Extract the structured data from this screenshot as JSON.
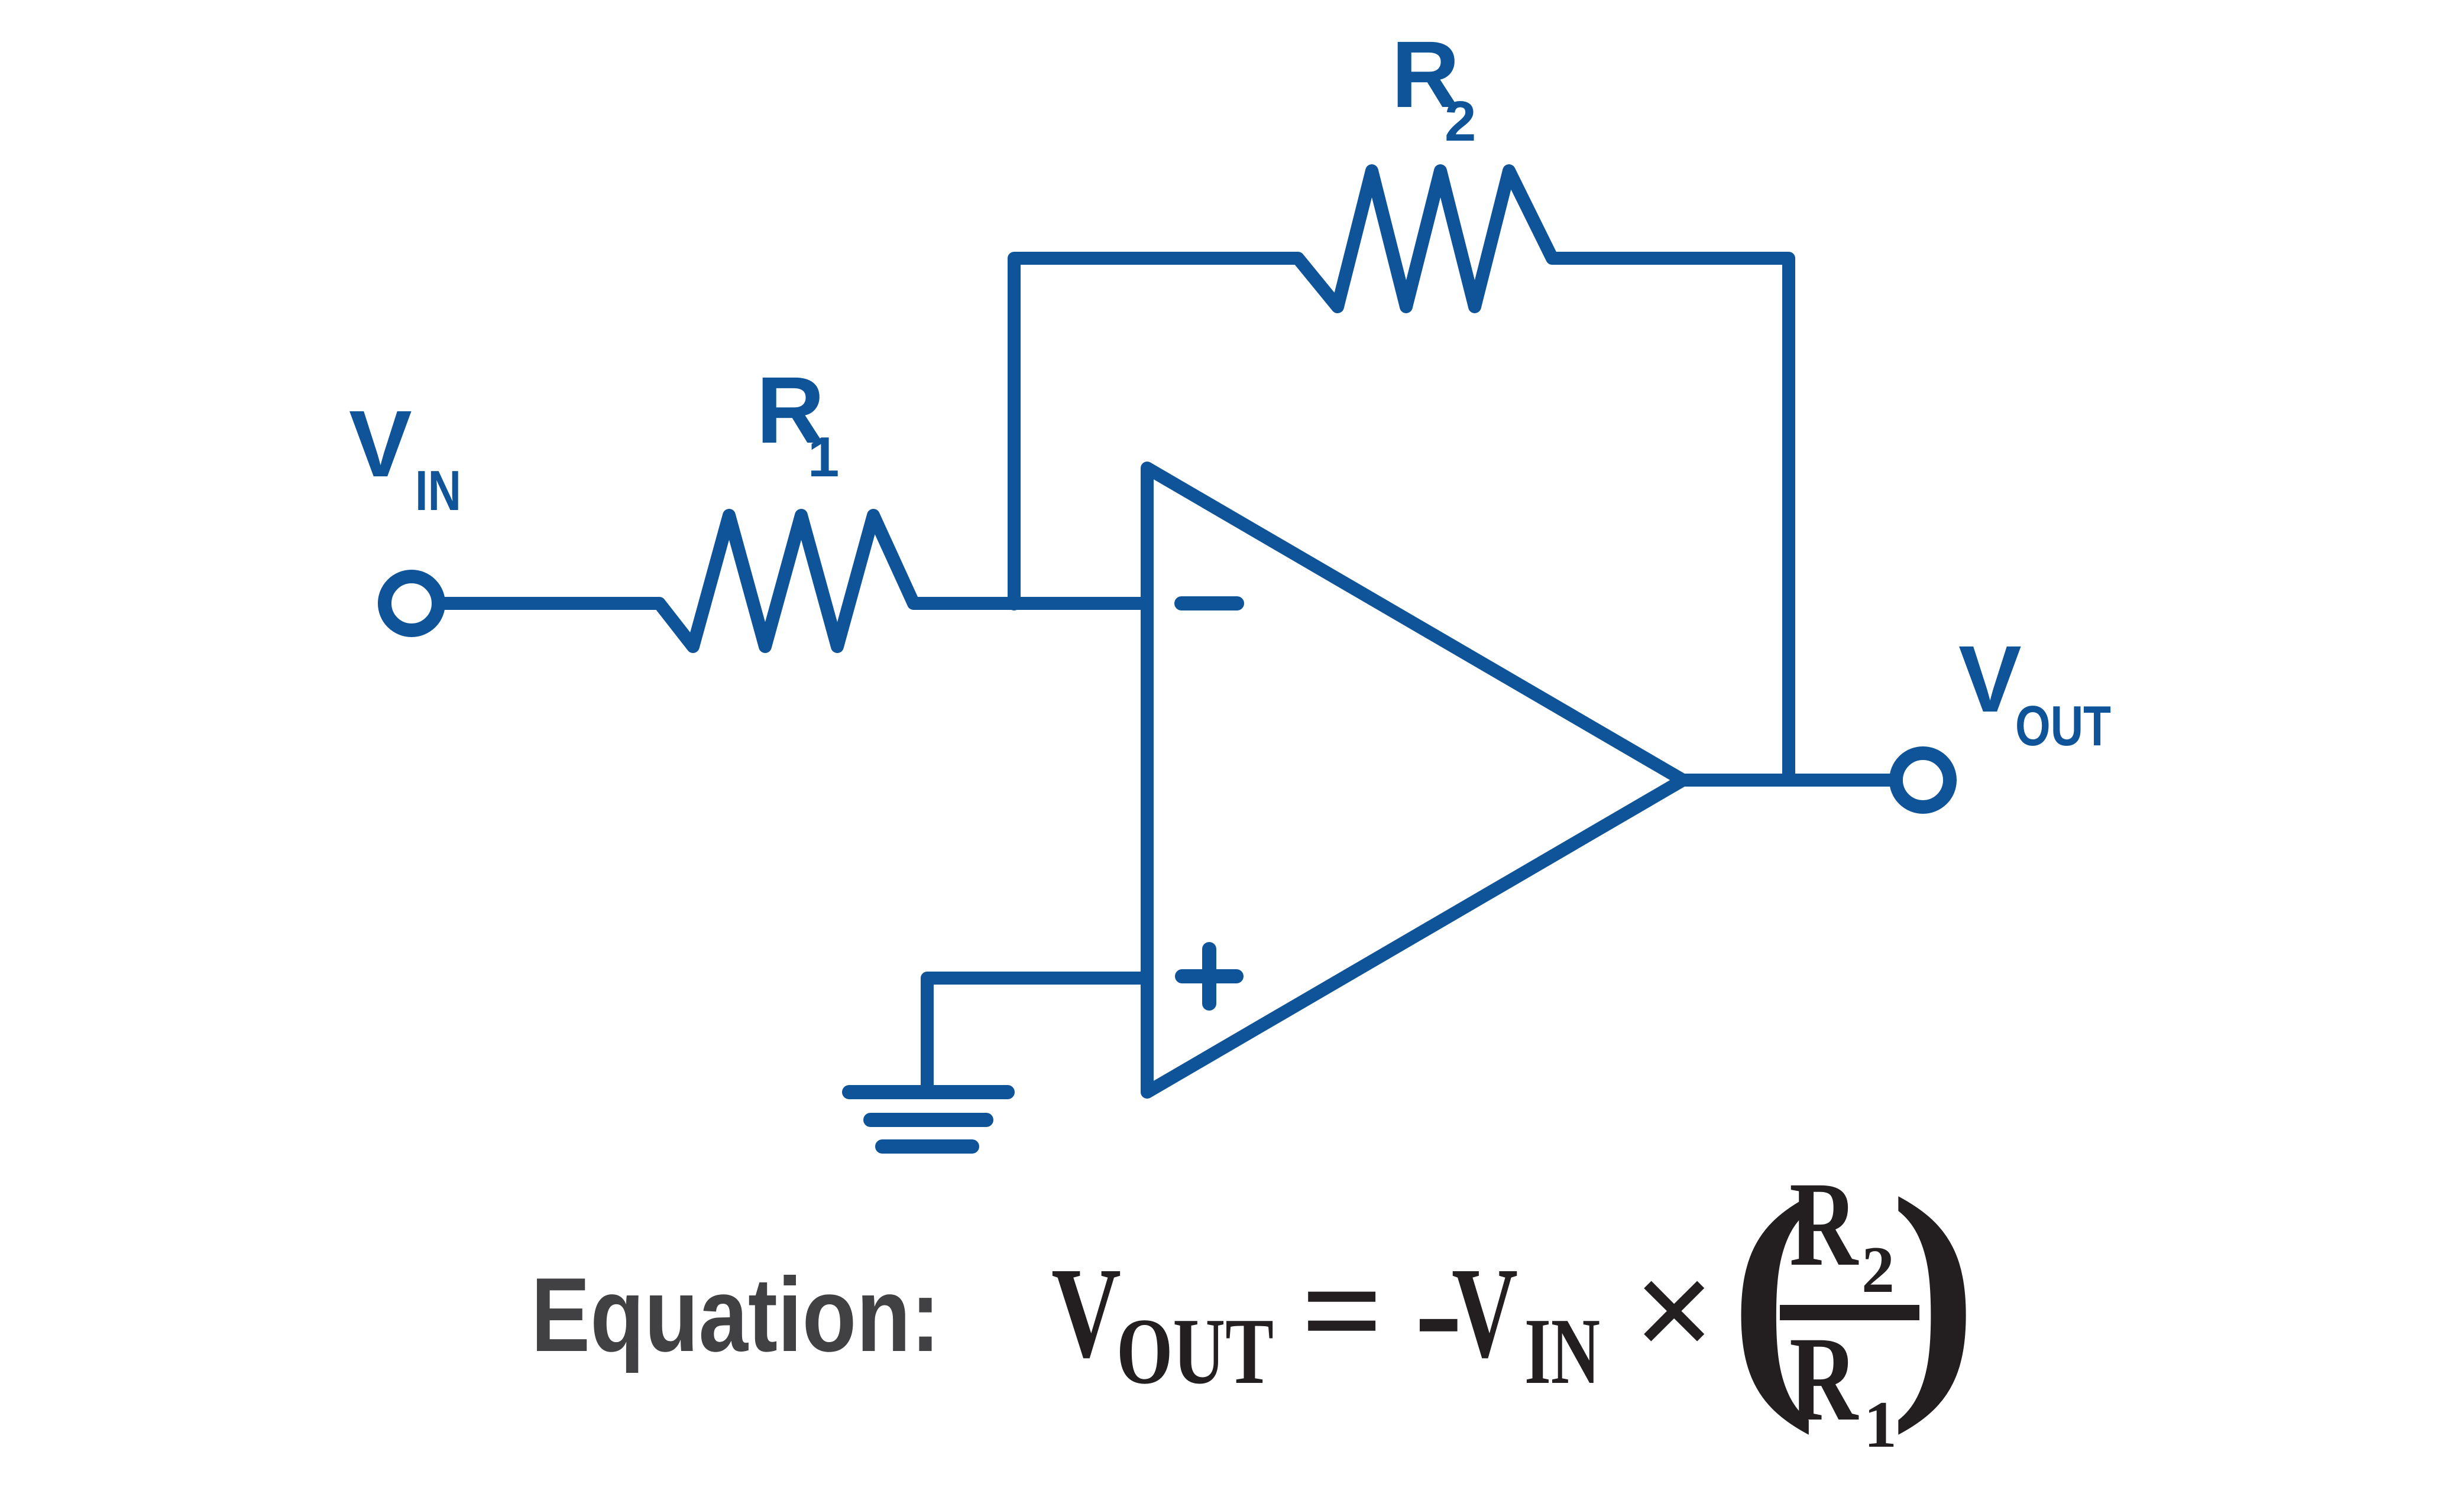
{
  "colors": {
    "background": "#FFFFFF",
    "circuit_blue": "#0F5499",
    "equation_label_gray": "#414042",
    "equation_black": "#231F20"
  },
  "circuit": {
    "input_label": {
      "main": "V",
      "sub": "IN"
    },
    "r1_label": {
      "main": "R",
      "sub": "1"
    },
    "r2_label": {
      "main": "R",
      "sub": "2"
    },
    "output_label": {
      "main": "V",
      "sub": "OUT"
    },
    "opamp": {
      "inverting_marker": "−",
      "noninverting_marker": "+"
    }
  },
  "equation": {
    "label": "Equation:",
    "lhs": {
      "main": "V",
      "sub": "OUT"
    },
    "equals_sign": "=",
    "minus_sign": "-",
    "input_term": {
      "main": "V",
      "sub": "IN"
    },
    "multiply_sign": "×",
    "open_paren": "(",
    "close_paren": ")",
    "numerator": {
      "main": "R",
      "sub": "2"
    },
    "denominator": {
      "main": "R",
      "sub": "1"
    }
  }
}
